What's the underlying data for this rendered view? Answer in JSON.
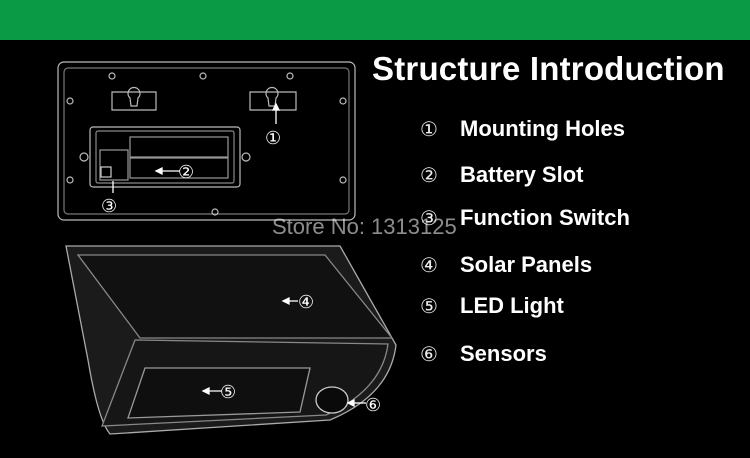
{
  "title": "Structure Introduction",
  "features": [
    {
      "num": "①",
      "label": "Mounting Holes"
    },
    {
      "num": "②",
      "label": "Battery Slot"
    },
    {
      "num": "③",
      "label": "Function Switch"
    },
    {
      "num": "④",
      "label": "Solar Panels"
    },
    {
      "num": "⑤",
      "label": "LED Light"
    },
    {
      "num": "⑥",
      "label": "Sensors"
    }
  ],
  "watermark": "Store No: 1313125",
  "callouts": [
    "①",
    "②",
    "③",
    "④",
    "⑤",
    "⑥"
  ],
  "colors": {
    "header_bar": "#0a9a45",
    "background": "#000000",
    "text": "#ffffff"
  }
}
